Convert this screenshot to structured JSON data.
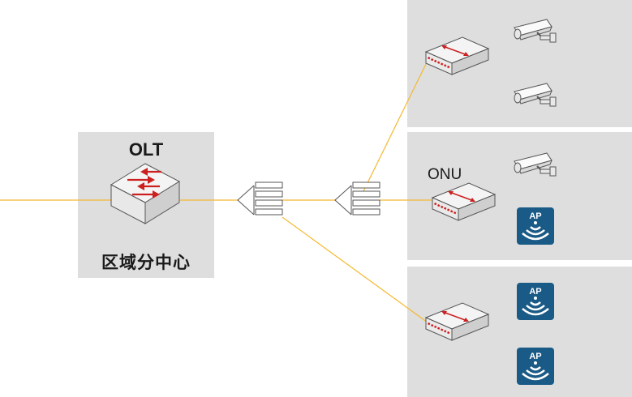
{
  "olt": {
    "label": "OLT",
    "caption": "区域分中心"
  },
  "onu": {
    "label": "ONU"
  },
  "ap_label": "AP",
  "icons": [
    "olt-switch-icon",
    "splitter-icon",
    "onu-switch-icon",
    "camera-icon",
    "ap-icon"
  ],
  "colors": {
    "panel": "#dedede",
    "fiber": "#f5b82e",
    "ap_badge": "#1a5a86",
    "arrow_red": "#cc2020"
  }
}
